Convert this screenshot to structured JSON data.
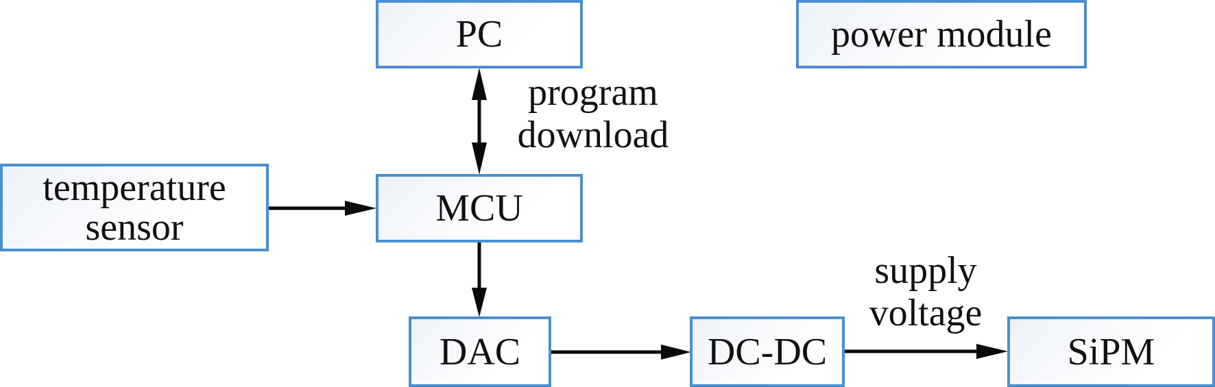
{
  "diagram": {
    "colors": {
      "box_border": "#4a8fd0",
      "arrow": "#0a0a0a",
      "text": "#111111"
    },
    "nodes": {
      "pc": "PC",
      "power_module": "power module",
      "temperature_sensor": "temperature\nsensor",
      "mcu": "MCU",
      "dac": "DAC",
      "dcdc": "DC-DC",
      "sipm": "SiPM"
    },
    "edge_labels": {
      "program_download": "program\ndownload",
      "supply_voltage": "supply\nvoltage"
    },
    "edges": [
      {
        "from": "pc",
        "to": "mcu",
        "bidirectional": true,
        "label": "program download"
      },
      {
        "from": "temperature_sensor",
        "to": "mcu",
        "bidirectional": false
      },
      {
        "from": "mcu",
        "to": "dac",
        "bidirectional": false
      },
      {
        "from": "dac",
        "to": "dcdc",
        "bidirectional": false
      },
      {
        "from": "dcdc",
        "to": "sipm",
        "bidirectional": false,
        "label": "supply voltage"
      }
    ]
  }
}
